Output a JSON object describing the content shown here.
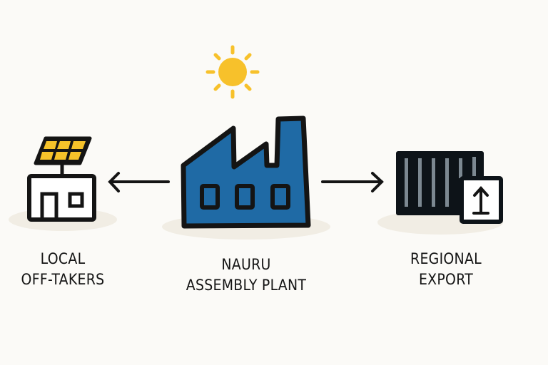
{
  "diagram": {
    "title": "Nauru assembly plant flow",
    "colors": {
      "background": "#fbfaf7",
      "shadow": "#f1ede4",
      "factory_fill": "#1f6aa5",
      "outline": "#141414",
      "sun": "#f7c12b",
      "solar_cell": "#f5c22a",
      "container": "#0d1318",
      "container_stripe": "#7c8891"
    },
    "nodes": [
      {
        "id": "local",
        "icon": "house-with-solar-panel-icon",
        "lines": [
          "LOCAL",
          "OFF-TAKERS"
        ]
      },
      {
        "id": "plant",
        "icon": "factory-icon",
        "lines": [
          "NAURU",
          "ASSEMBLY PLANT"
        ]
      },
      {
        "id": "export",
        "icon": "shipping-container-export-icon",
        "lines": [
          "REGIONAL",
          "EXPORT"
        ]
      }
    ],
    "edges": [
      {
        "from": "plant",
        "to": "local",
        "direction": "left"
      },
      {
        "from": "plant",
        "to": "export",
        "direction": "right"
      }
    ],
    "decorations": [
      "sun-icon"
    ]
  }
}
